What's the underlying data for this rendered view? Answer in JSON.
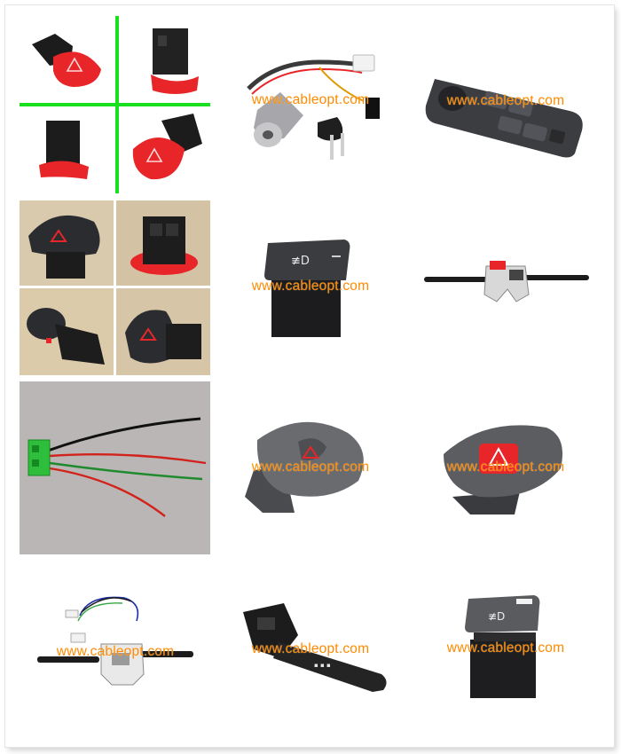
{
  "watermark": "www.cableopt.com",
  "colors": {
    "watermark": "#ff8a00",
    "divider_green": "#19e01e",
    "hazard_red": "#e8262a",
    "product_dark": "#2a2a2a",
    "product_grey": "#5a5b5e",
    "photo_wood_bg": "#d9c9ad"
  },
  "grid": {
    "rows": [
      [
        "hazard-switch-quad",
        "ignition-lock-with-keys",
        "window-switch-panel"
      ],
      [
        "hazard-switch-photos",
        "fog-light-switch",
        "combination-stalk-switch"
      ],
      [
        "wire-harness-connector",
        "hazard-switch-grey-angle",
        "hazard-switch-grey-front"
      ],
      [
        "combination-switch-harness",
        "wiper-stalk-switch",
        "fog-light-switch-2"
      ]
    ]
  }
}
